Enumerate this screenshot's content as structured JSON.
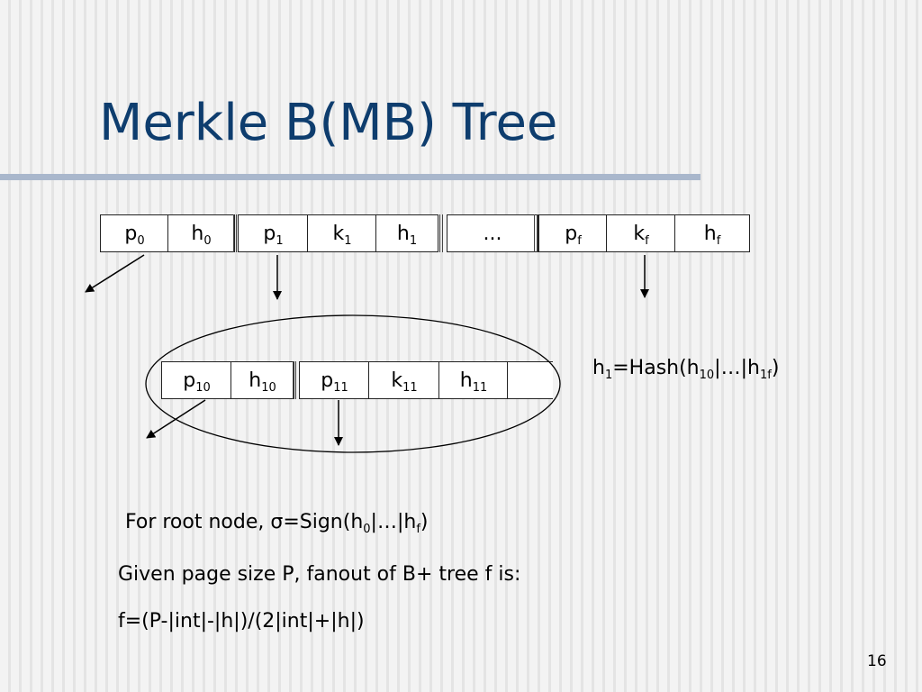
{
  "title": "Merkle B(MB) Tree",
  "root_node": {
    "cells": [
      {
        "base": "p",
        "sub": "0"
      },
      {
        "base": "h",
        "sub": "0"
      },
      {
        "base": "p",
        "sub": "1"
      },
      {
        "base": "k",
        "sub": "1"
      },
      {
        "base": "h",
        "sub": "1"
      },
      {
        "base": "...",
        "sub": ""
      },
      {
        "base": "p",
        "sub": "f"
      },
      {
        "base": "k",
        "sub": "f"
      },
      {
        "base": "h",
        "sub": "f"
      }
    ]
  },
  "child_node": {
    "cells": [
      {
        "base": "p",
        "sub": "10"
      },
      {
        "base": "h",
        "sub": "10"
      },
      {
        "base": "p",
        "sub": "11"
      },
      {
        "base": "k",
        "sub": "11"
      },
      {
        "base": "h",
        "sub": "11"
      },
      {
        "base": "",
        "sub": ""
      }
    ]
  },
  "hash_formula": {
    "part1": "h",
    "sub1": "1",
    "part2": "=Hash(h",
    "sub2": "10",
    "part3": "|…|h",
    "sub3": "1f",
    "part4": ")"
  },
  "root_sign": {
    "prefix": "For root node, ",
    "sigma": "σ",
    "part1": "=Sign(h",
    "sub1": "0",
    "part2": "|…|h",
    "sub2": "f",
    "part3": ")"
  },
  "fanout_line": "Given page size P, fanout of B+ tree f is:",
  "fanout_formula": "f=(P-|int|-|h|)/(2|int|+|h|)",
  "slide_number": "16",
  "colors": {
    "title": "#0e3d6e",
    "title_rule": "#a9b7cc",
    "background": "#ededed"
  }
}
